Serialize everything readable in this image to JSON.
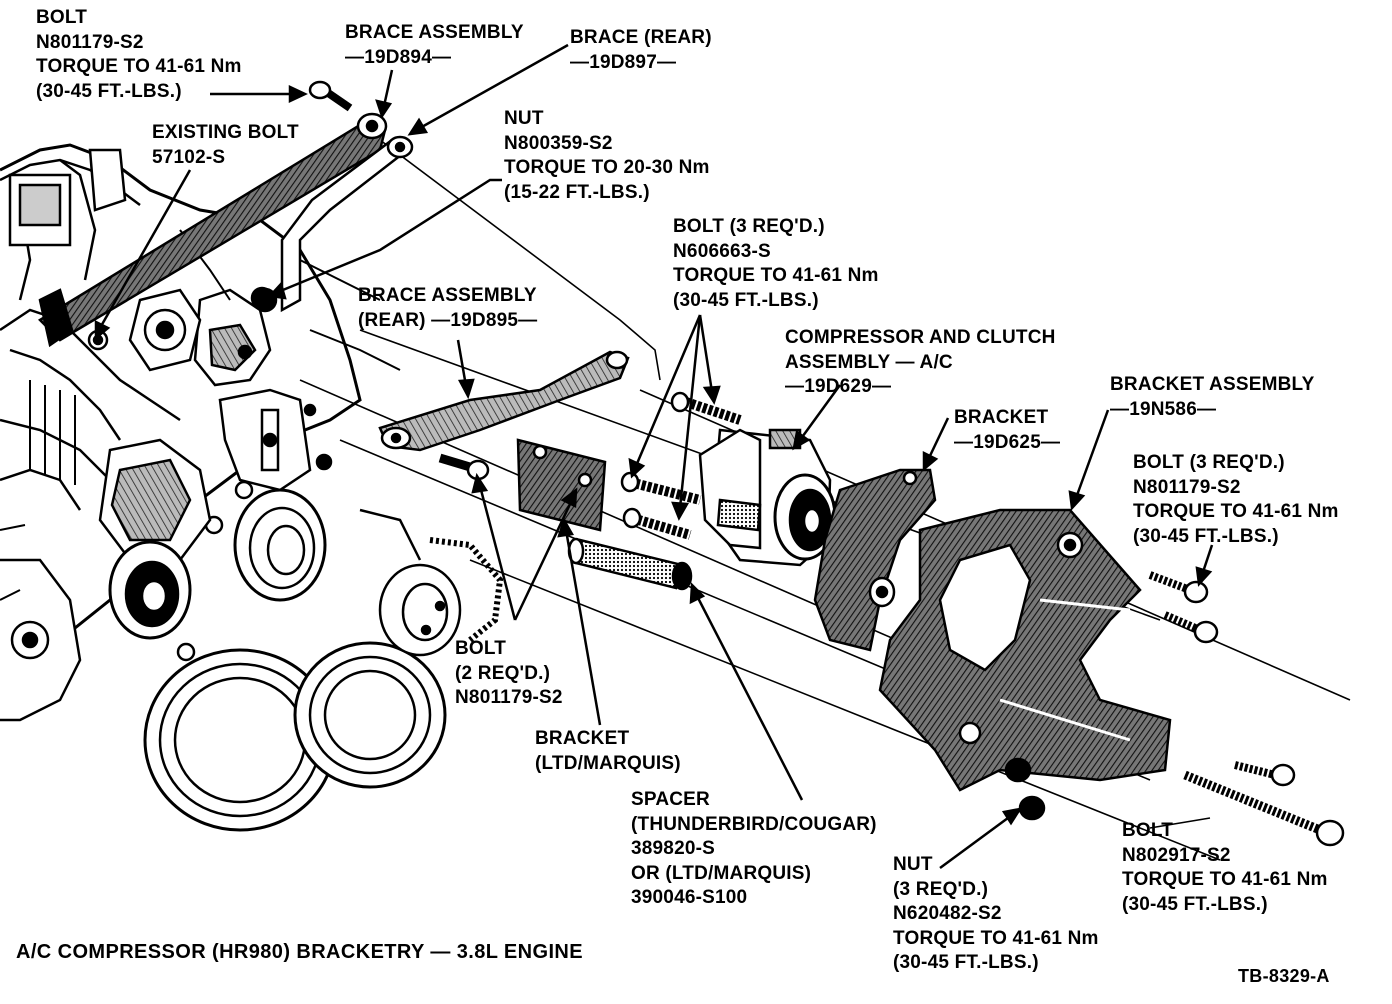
{
  "caption": "A/C COMPRESSOR (HR980) BRACKETRY — 3.8L ENGINE",
  "figure_number": "TB-8329-A",
  "callouts": {
    "bolt_top": [
      "BOLT",
      "N801179-S2",
      "TORQUE TO 41-61 Nm",
      "(30-45 FT.-LBS.)"
    ],
    "existing_bolt": [
      "EXISTING BOLT",
      "57102-S"
    ],
    "brace_assembly_top": [
      "BRACE ASSEMBLY",
      "—19D894—"
    ],
    "brace_rear_top": [
      "BRACE (REAR)",
      "—19D897—"
    ],
    "nut_top": [
      "NUT",
      "N800359-S2",
      "TORQUE TO 20-30 Nm",
      "(15-22 FT.-LBS.)"
    ],
    "bolt_3_compressor": [
      "BOLT (3 REQ'D.)",
      "N606663-S",
      "TORQUE TO 41-61 Nm",
      "(30-45 FT.-LBS.)"
    ],
    "brace_assembly_rear": [
      "BRACE ASSEMBLY",
      "(REAR) —19D895—"
    ],
    "compressor_clutch": [
      "COMPRESSOR AND CLUTCH",
      "ASSEMBLY — A/C",
      "—19D629—"
    ],
    "bracket_assembly": [
      "BRACKET ASSEMBLY",
      "—19N586—"
    ],
    "bracket_19d625": [
      "BRACKET",
      "—19D625—"
    ],
    "bolt_3_bracket": [
      "BOLT (3 REQ'D.)",
      "N801179-S2",
      "TORQUE TO 41-61 Nm",
      "(30-45 FT.-LBS.)"
    ],
    "bolt_2": [
      "BOLT",
      "(2 REQ'D.)",
      "N801179-S2"
    ],
    "bracket_ltd": [
      "BRACKET",
      "(LTD/MARQUIS)"
    ],
    "spacer": [
      "SPACER",
      "(THUNDERBIRD/COUGAR)",
      "389820-S",
      "OR (LTD/MARQUIS)",
      "390046-S100"
    ],
    "nut_3": [
      "NUT",
      "(3 REQ'D.)",
      "N620482-S2",
      "TORQUE TO 41-61 Nm",
      "(30-45 FT.-LBS.)"
    ],
    "bolt_bottom": [
      "BOLT",
      "N802917-S2",
      "TORQUE TO 41-61 Nm",
      "(30-45 FT.-LBS.)"
    ]
  }
}
